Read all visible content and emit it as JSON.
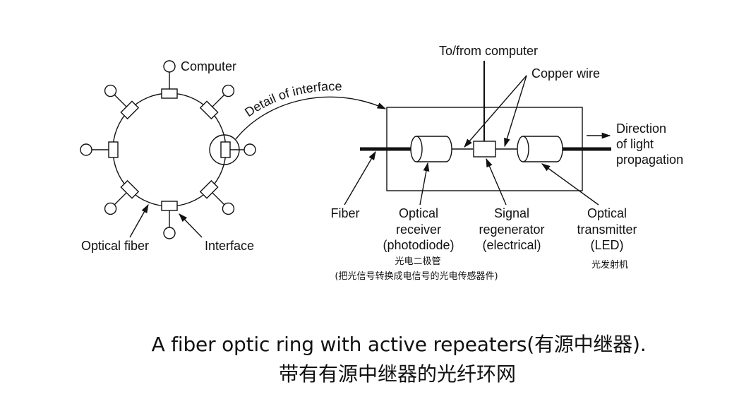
{
  "ring": {
    "labels": {
      "computer": "Computer",
      "optical_fiber": "Optical fiber",
      "interface": "Interface",
      "detail": "Detail of interface"
    },
    "node_count": 8
  },
  "detail": {
    "labels": {
      "to_from_computer": "To/from computer",
      "copper_wire": "Copper wire",
      "direction_line1": "Direction",
      "direction_line2": "of light",
      "direction_line3": "propagation",
      "fiber": "Fiber",
      "receiver_line1": "Optical",
      "receiver_line2": "receiver",
      "receiver_line3": "(photodiode)",
      "receiver_cn1": "光电二极管",
      "receiver_cn2": "(把光信号转换成电信号的光电传感器件)",
      "regen_line1": "Signal",
      "regen_line2": "regenerator",
      "regen_line3": "(electrical)",
      "transmitter_line1": "Optical",
      "transmitter_line2": "transmitter",
      "transmitter_line3": "(LED)",
      "transmitter_cn": "光发射机"
    }
  },
  "caption": {
    "line1": "A fiber optic ring with active repeaters(有源中继器).",
    "line2": "带有有源中继器的光纤环网"
  }
}
